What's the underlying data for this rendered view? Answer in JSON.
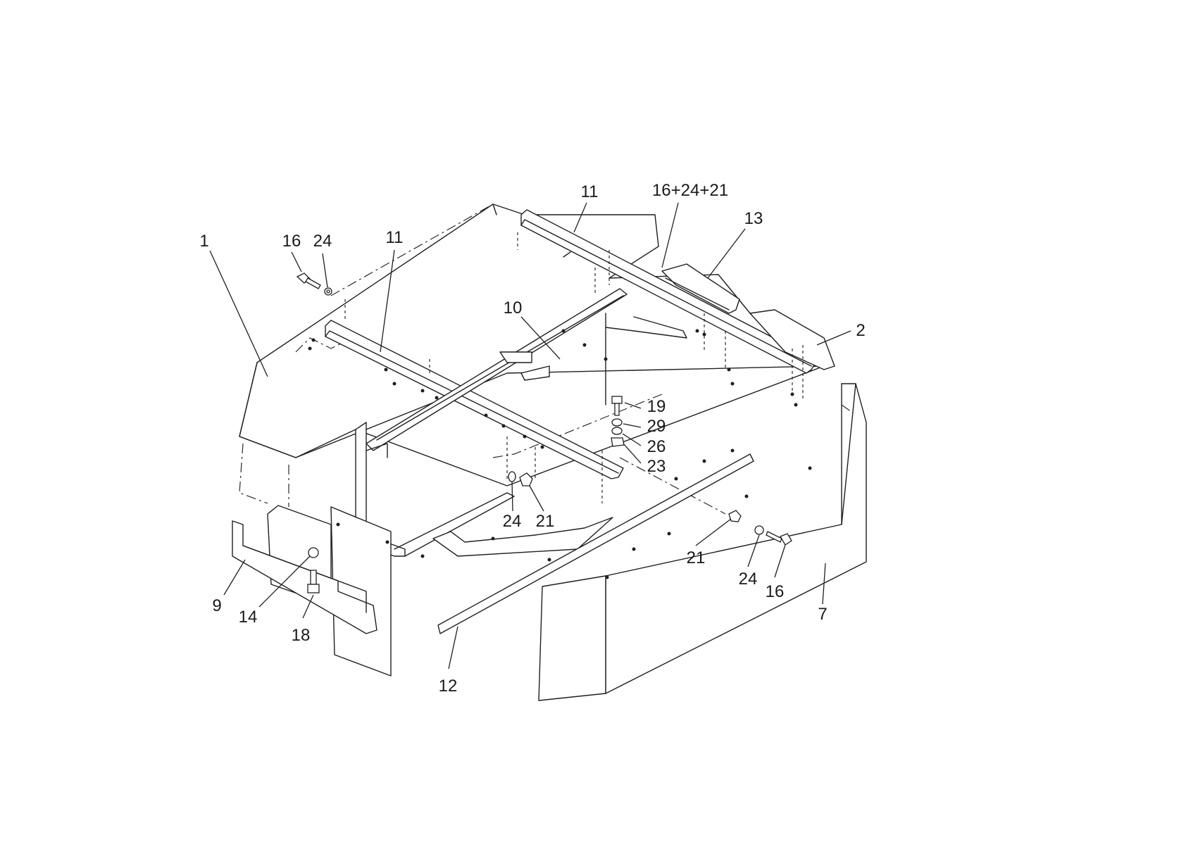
{
  "callouts": [
    {
      "id": "c1",
      "text": "1"
    },
    {
      "id": "c16a",
      "text": "16"
    },
    {
      "id": "c24a",
      "text": "24"
    },
    {
      "id": "c11a",
      "text": "11"
    },
    {
      "id": "c11b",
      "text": "11"
    },
    {
      "id": "c162421",
      "text": "16+24+21"
    },
    {
      "id": "c13",
      "text": "13"
    },
    {
      "id": "c2",
      "text": "2"
    },
    {
      "id": "c10",
      "text": "10"
    },
    {
      "id": "c19",
      "text": "19"
    },
    {
      "id": "c29",
      "text": "29"
    },
    {
      "id": "c26",
      "text": "26"
    },
    {
      "id": "c23",
      "text": "23"
    },
    {
      "id": "c24b",
      "text": "24"
    },
    {
      "id": "c21a",
      "text": "21"
    },
    {
      "id": "c21b",
      "text": "21"
    },
    {
      "id": "c24c",
      "text": "24"
    },
    {
      "id": "c16b",
      "text": "16"
    },
    {
      "id": "c7",
      "text": "7"
    },
    {
      "id": "c9",
      "text": "9"
    },
    {
      "id": "c14",
      "text": "14"
    },
    {
      "id": "c18",
      "text": "18"
    },
    {
      "id": "c12",
      "text": "12"
    }
  ]
}
